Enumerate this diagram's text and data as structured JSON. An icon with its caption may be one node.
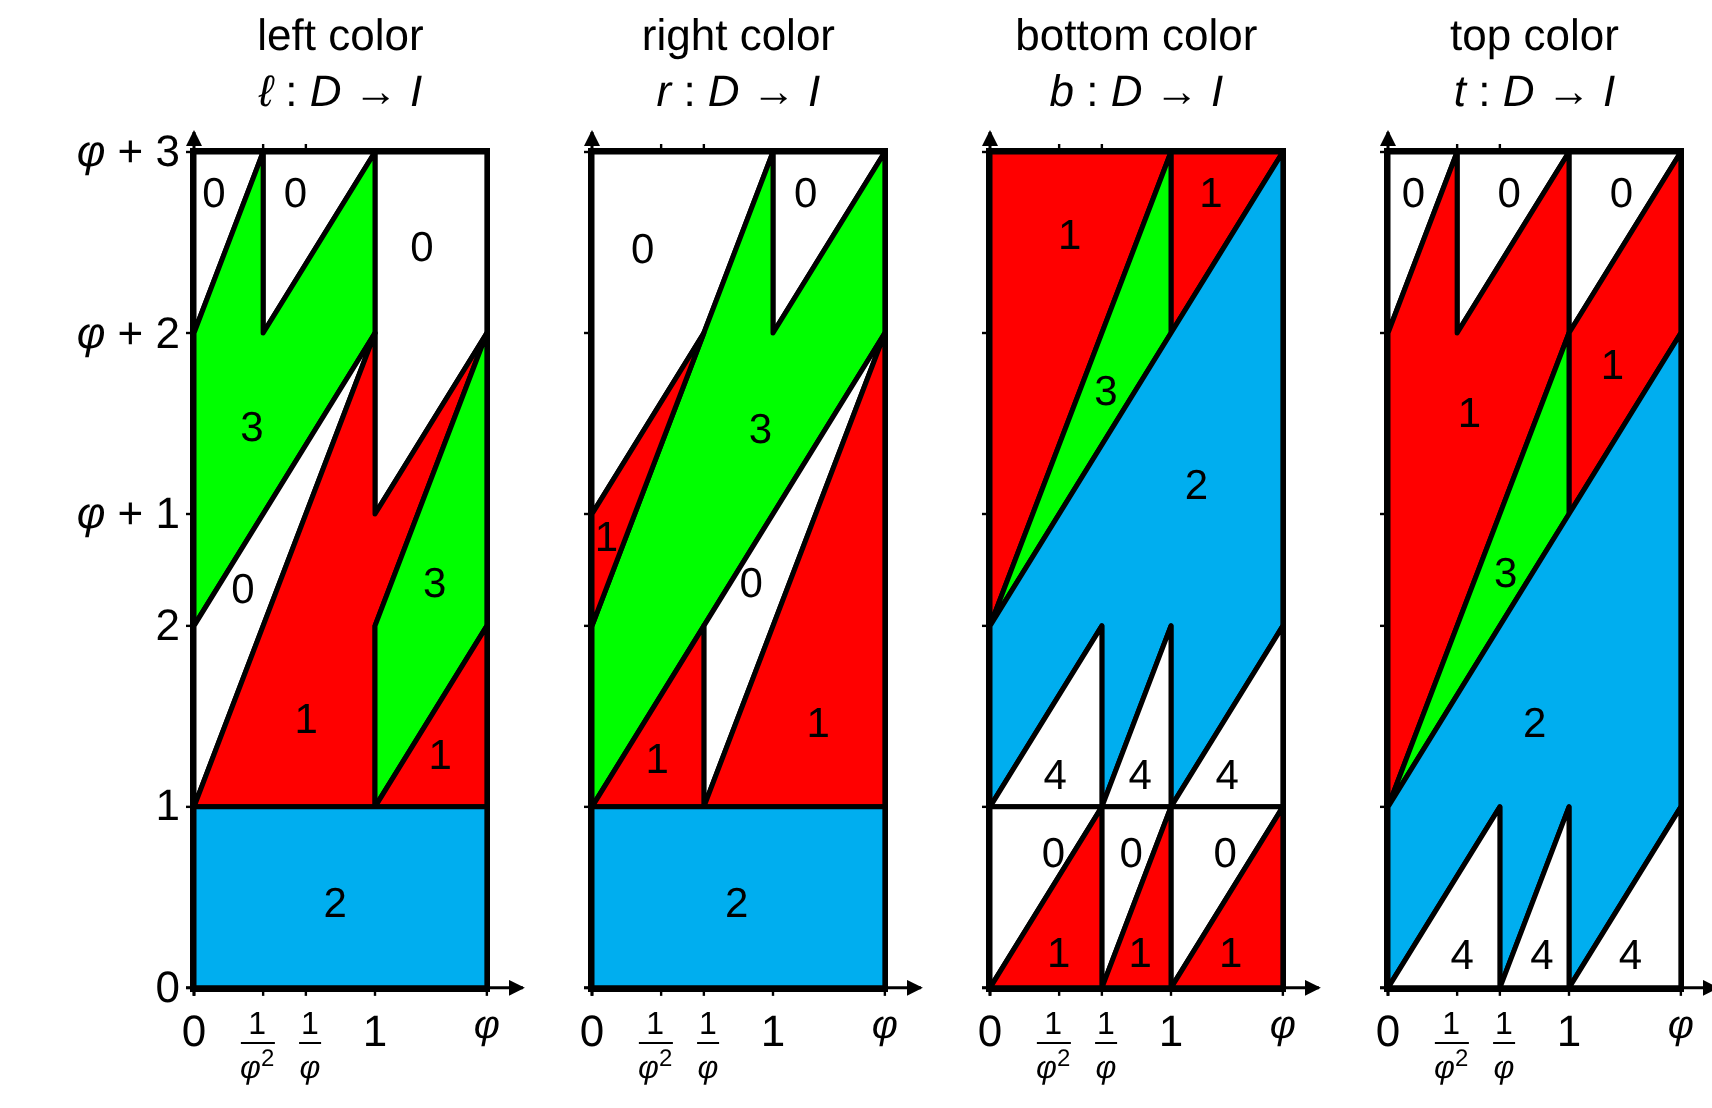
{
  "diagram": {
    "nodes": [
      {
        "text": [
          "left color",
          "*ℓ* : *D* → *I*"
        ]
      },
      {
        "text": [
          "right color",
          "*r* : *D* → *I*"
        ]
      },
      {
        "text": [
          "bottom color",
          "*b* : *D* → *I*"
        ]
      },
      {
        "text": [
          "top color",
          "*t* : *D* → *I*"
        ]
      }
    ],
    "labels": [
      "*φ* + 3",
      "*φ* + 2",
      "*φ* + 1",
      "2",
      "1",
      "0",
      "0",
      "1",
      "*φ*$^{2}$",
      "1",
      "*φ*",
      "1",
      "*φ*",
      "0",
      "1",
      "*φ*$^{2}$",
      "1",
      "*φ*",
      "1",
      "*φ*",
      "0",
      "1",
      "*φ*$^{2}$",
      "1",
      "*φ*",
      "1",
      "*φ*",
      "0",
      "1",
      "*φ*$^{2}$",
      "1",
      "*φ*",
      "1",
      "*φ*",
      "0",
      "0",
      "0",
      "3",
      "0",
      "1",
      "3",
      "1",
      "2",
      "0",
      "0",
      "3",
      "1",
      "0",
      "1",
      "1",
      "2",
      "1",
      "1",
      "3",
      "2",
      "4",
      "4",
      "4",
      "0",
      "0",
      "0",
      "1",
      "1",
      "1",
      "0",
      "0",
      "0",
      "1",
      "1",
      "3",
      "2",
      "4",
      "4",
      "4"
    ]
  }
}
